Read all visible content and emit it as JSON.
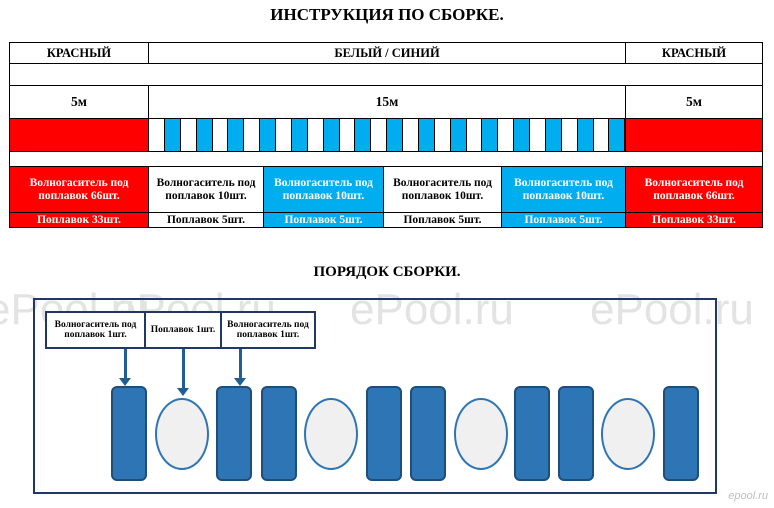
{
  "title": "ИНСТРУКЦИЯ ПО СБОРКЕ.",
  "subtitle": "ПОРЯДОК СБОРКИ.",
  "colors": {
    "red": "#ff0000",
    "blue": "#00aeef",
    "navy": "#1f3864",
    "element": "#2e75b6"
  },
  "table": {
    "header": [
      "КРАСНЫЙ",
      "БЕЛЫЙ / СИНИЙ",
      "КРАСНЫЙ"
    ],
    "lengths": [
      "5м",
      "15м",
      "5м"
    ],
    "columns": [
      {
        "color": "red",
        "desc": "Волногаситель под поплавок 66шт.",
        "count": "Поплавок 33шт."
      },
      {
        "color": "white",
        "desc": "Волногаситель под поплавок 10шт.",
        "count": "Поплавок 5шт."
      },
      {
        "color": "blue",
        "desc": "Волногаситель под поплавок 10шт.",
        "count": "Поплавок 5шт."
      },
      {
        "color": "white",
        "desc": "Волногаситель под поплавок 10шт.",
        "count": "Поплавок 5шт."
      },
      {
        "color": "blue",
        "desc": "Волногаситель под поплавок 10шт.",
        "count": "Поплавок 5шт."
      },
      {
        "color": "red",
        "desc": "Волногаситель под поплавок 66шт.",
        "count": "Поплавок 33шт."
      }
    ],
    "stripe_count": 30
  },
  "legend": [
    "Волногаситель под поплавок 1шт.",
    "Поплавок 1шт.",
    "Волногаситель под поплавок 1шт."
  ],
  "sequence": [
    "wave",
    "float",
    "wave",
    "wave",
    "float",
    "wave",
    "wave",
    "float",
    "wave",
    "wave",
    "float",
    "wave"
  ],
  "watermarks": [
    "ePool.ru",
    "ePool.ru",
    "ePool.ru",
    "ePool.ru"
  ],
  "watermark_small": "epool.ru"
}
